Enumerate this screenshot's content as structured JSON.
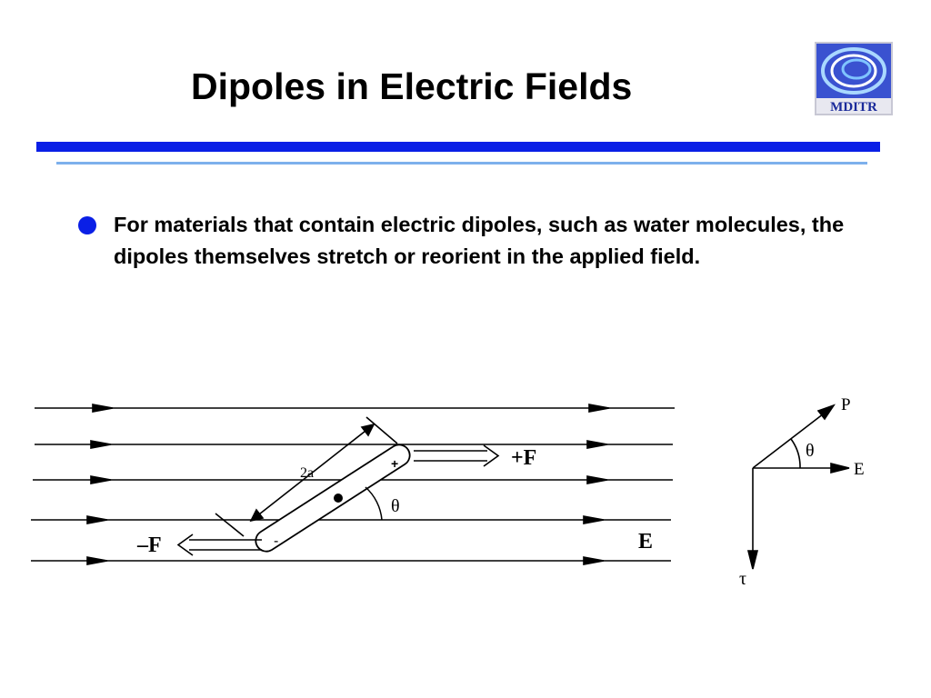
{
  "slide": {
    "title": "Dipoles in Electric Fields",
    "logo_text": "MDITR",
    "bullet": "For materials that contain electric dipoles, such as water molecules, the dipoles themselves stretch or reorient in the applied field."
  },
  "diagram": {
    "plus_force": "+F",
    "minus_force": "–F",
    "field": "E",
    "length": "2a",
    "angle": "θ",
    "plus_charge": "+",
    "minus_charge": "-",
    "vector_p": "P",
    "vector_e": "E",
    "torque": "τ"
  },
  "colors": {
    "accent_blue": "#0a1fe6",
    "light_blue": "#7db0ec",
    "logo_bg": "#3a52d0"
  }
}
